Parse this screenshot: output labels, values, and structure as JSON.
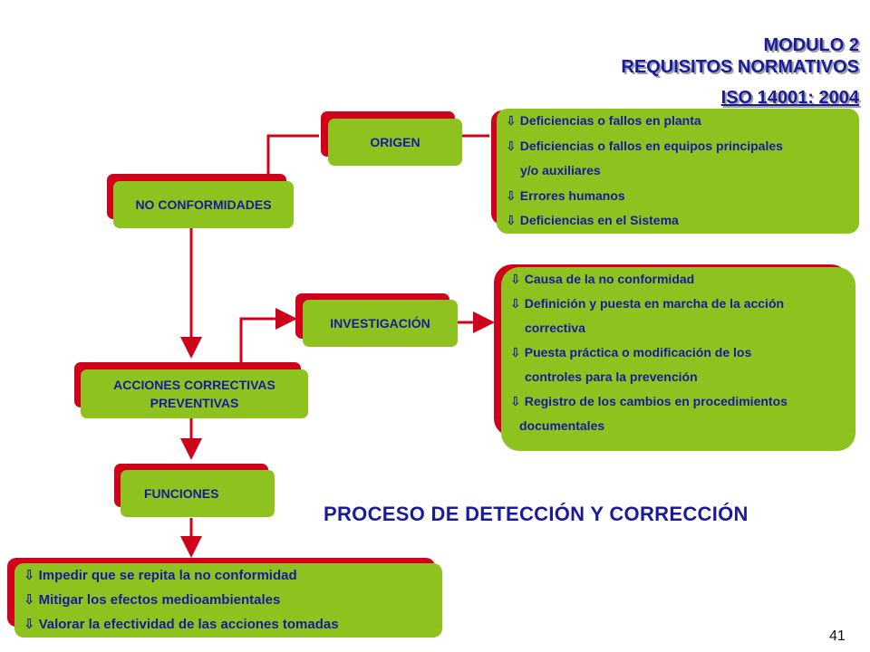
{
  "header": {
    "line1": "MODULO 2",
    "line2": "REQUISITOS NORMATIVOS",
    "line3": "ISO 14001: 2004"
  },
  "nodes": {
    "no_conformidades": "NO CONFORMIDADES",
    "origen": "ORIGEN",
    "investigacion": "INVESTIGACIÓN",
    "acciones_line1": "ACCIONES CORRECTIVAS",
    "acciones_line2": "PREVENTIVAS",
    "funciones": "FUNCIONES"
  },
  "origen_items": [
    "Deficiencias o fallos en planta",
    "Deficiencias o fallos en equipos principales",
    "y/o auxiliares",
    "Errores humanos",
    "Deficiencias en el Sistema"
  ],
  "investigacion_items": [
    "Causa de la no conformidad",
    "Definición y puesta en marcha de la acción",
    "correctiva",
    "Puesta práctica o modificación de los",
    "controles para la prevención",
    "Registro de los cambios en procedimientos",
    "documentales"
  ],
  "funciones_items": [
    "Impedir que se repita la no conformidad",
    "Mitigar los efectos medioambientales",
    "Valorar la efectividad de las acciones tomadas"
  ],
  "bullet_glyph": "⇩",
  "title": "PROCESO DE DETECCIÓN Y CORRECCIÓN",
  "page_number": "41",
  "colors": {
    "green": "#8dc21f",
    "red": "#d0021b",
    "navy": "#1a1a9c"
  }
}
